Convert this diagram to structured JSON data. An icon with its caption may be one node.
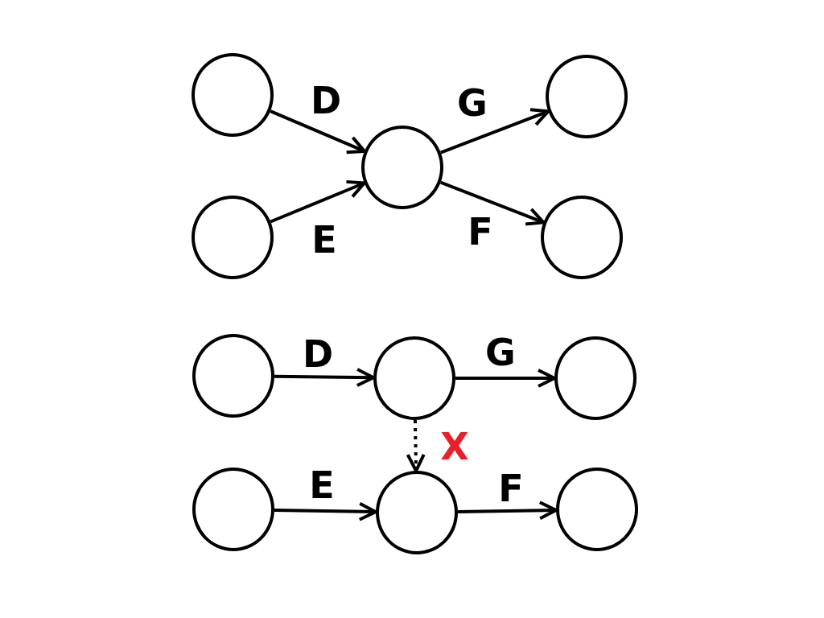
{
  "diagram": {
    "nodes": [
      {
        "text": [],
        "shape": "circle"
      },
      {
        "text": [],
        "shape": "circle"
      },
      {
        "text": [],
        "shape": "circle"
      },
      {
        "text": [],
        "shape": "circle"
      },
      {
        "text": [],
        "shape": "circle"
      },
      {
        "text": [],
        "shape": "circle"
      },
      {
        "text": [],
        "shape": "circle"
      },
      {
        "text": [],
        "shape": "circle"
      },
      {
        "text": [],
        "shape": "circle"
      },
      {
        "text": [],
        "shape": "circle"
      },
      {
        "text": [],
        "shape": "circle"
      }
    ],
    "edges": [
      {
        "from": 0,
        "to": 2,
        "arrow": "to",
        "label": "D"
      },
      {
        "from": 1,
        "to": 2,
        "arrow": "to",
        "label": "E"
      },
      {
        "from": 2,
        "to": 3,
        "arrow": "to",
        "label": "G"
      },
      {
        "from": 2,
        "to": 4,
        "arrow": "to",
        "label": "F"
      },
      {
        "from": 5,
        "to": 6,
        "arrow": "to",
        "label": "D"
      },
      {
        "from": 6,
        "to": 7,
        "arrow": "to",
        "label": "G"
      },
      {
        "from": 6,
        "to": 9,
        "arrow": "to",
        "label": "X",
        "style": "dashed"
      },
      {
        "from": 8,
        "to": 9,
        "arrow": "to",
        "label": "E"
      },
      {
        "from": 9,
        "to": 10,
        "arrow": "to",
        "label": "F"
      }
    ]
  }
}
